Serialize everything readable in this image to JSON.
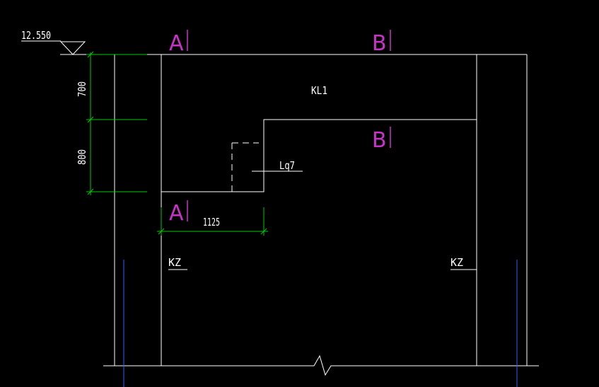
{
  "colors": {
    "background": "#000000",
    "structure": "#ffffff",
    "dimension": "#00c800",
    "section_mark": "#c832c8",
    "axis_line": "#2860ff"
  },
  "elevation": {
    "value": "12.550"
  },
  "section_marks": {
    "a": "A",
    "b": "B"
  },
  "beam_label": "KL1",
  "detail_label": "Lq7",
  "column_labels": {
    "left": "KZ",
    "right": "KZ"
  },
  "dimensions": {
    "beam_depth": "700",
    "step_depth": "800",
    "step_length": "1125"
  }
}
